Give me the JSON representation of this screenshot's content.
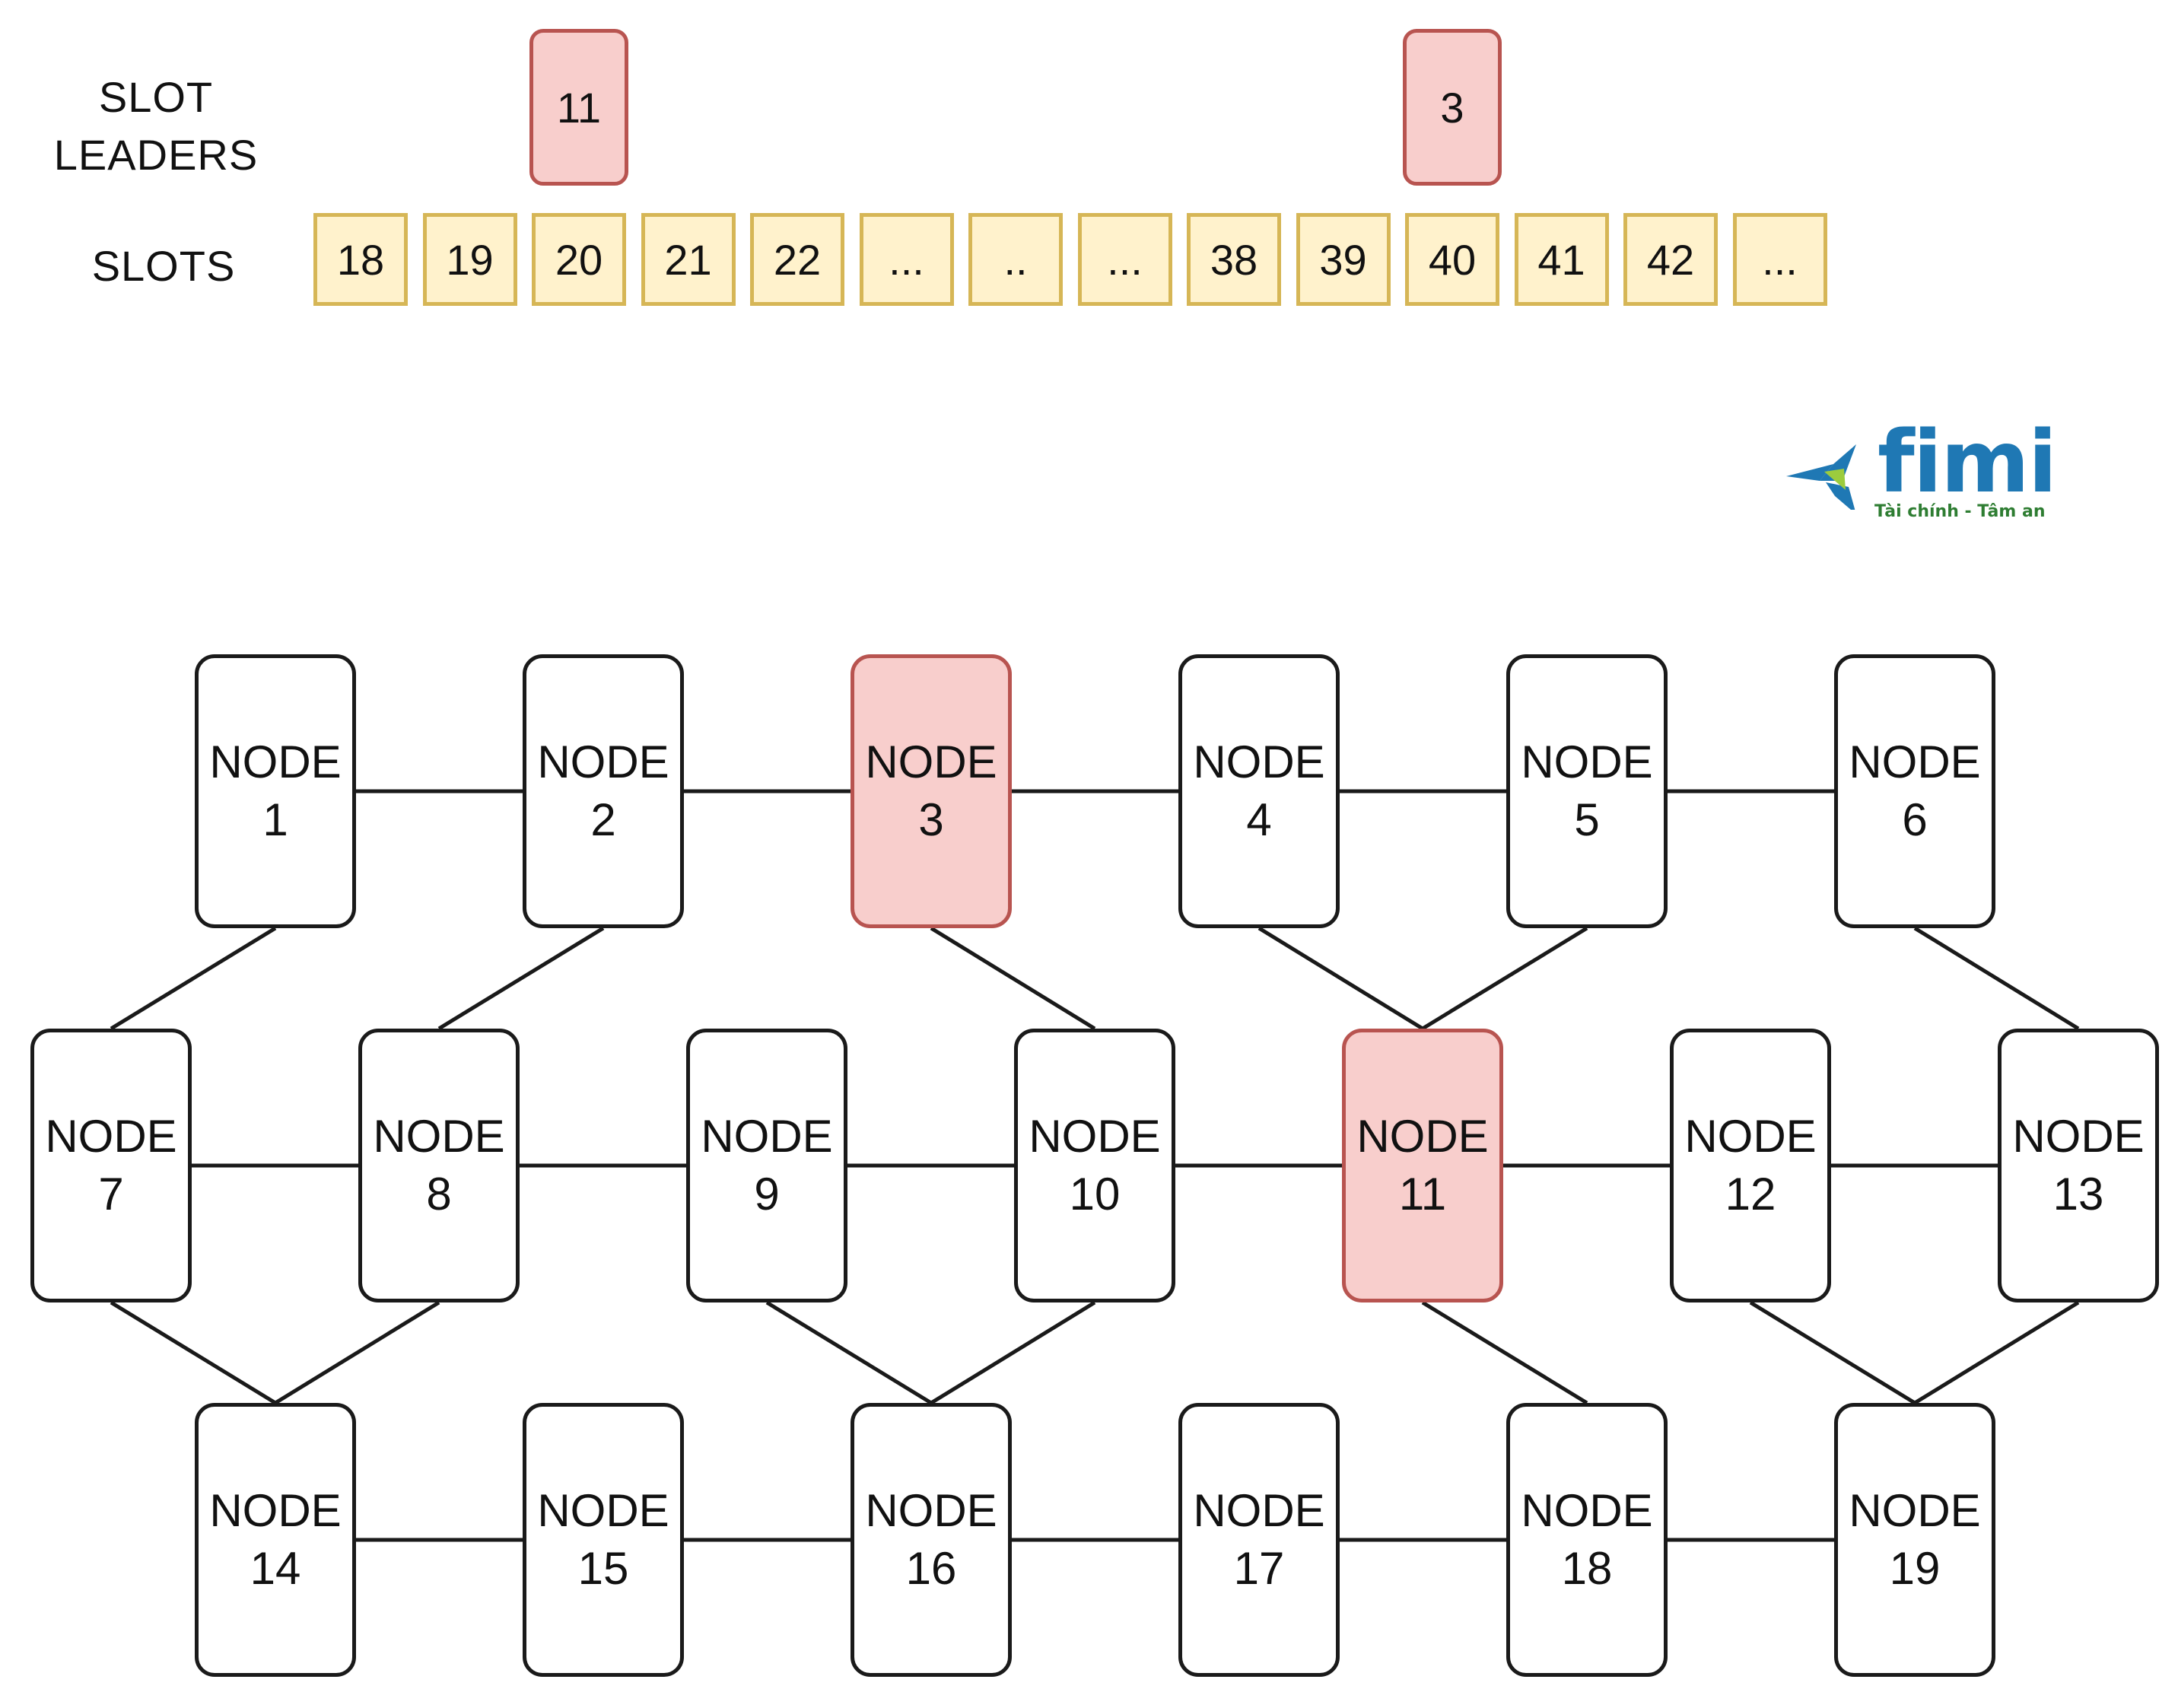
{
  "labels": {
    "slot_leaders": "SLOT\nLEADERS",
    "slots": "SLOTS"
  },
  "slot_leaders": [
    {
      "slot": "20",
      "leader": "11"
    },
    {
      "slot": "40",
      "leader": "3"
    }
  ],
  "slots": [
    "18",
    "19",
    "20",
    "21",
    "22",
    "...",
    "..",
    "...",
    "38",
    "39",
    "40",
    "41",
    "42",
    "..."
  ],
  "nodes": [
    {
      "id": 1,
      "label": "NODE",
      "number": "1",
      "leader": false
    },
    {
      "id": 2,
      "label": "NODE",
      "number": "2",
      "leader": false
    },
    {
      "id": 3,
      "label": "NODE",
      "number": "3",
      "leader": true
    },
    {
      "id": 4,
      "label": "NODE",
      "number": "4",
      "leader": false
    },
    {
      "id": 5,
      "label": "NODE",
      "number": "5",
      "leader": false
    },
    {
      "id": 6,
      "label": "NODE",
      "number": "6",
      "leader": false
    },
    {
      "id": 7,
      "label": "NODE",
      "number": "7",
      "leader": false
    },
    {
      "id": 8,
      "label": "NODE",
      "number": "8",
      "leader": false
    },
    {
      "id": 9,
      "label": "NODE",
      "number": "9",
      "leader": false
    },
    {
      "id": 10,
      "label": "NODE",
      "number": "10",
      "leader": false
    },
    {
      "id": 11,
      "label": "NODE",
      "number": "11",
      "leader": true
    },
    {
      "id": 12,
      "label": "NODE",
      "number": "12",
      "leader": false
    },
    {
      "id": 13,
      "label": "NODE",
      "number": "13",
      "leader": false
    },
    {
      "id": 14,
      "label": "NODE",
      "number": "14",
      "leader": false
    },
    {
      "id": 15,
      "label": "NODE",
      "number": "15",
      "leader": false
    },
    {
      "id": 16,
      "label": "NODE",
      "number": "16",
      "leader": false
    },
    {
      "id": 17,
      "label": "NODE",
      "number": "17",
      "leader": false
    },
    {
      "id": 18,
      "label": "NODE",
      "number": "18",
      "leader": false
    },
    {
      "id": 19,
      "label": "NODE",
      "number": "19",
      "leader": false
    }
  ],
  "edges": [
    [
      1,
      2
    ],
    [
      2,
      3
    ],
    [
      3,
      4
    ],
    [
      4,
      5
    ],
    [
      5,
      6
    ],
    [
      7,
      8
    ],
    [
      8,
      9
    ],
    [
      9,
      10
    ],
    [
      10,
      11
    ],
    [
      11,
      12
    ],
    [
      12,
      13
    ],
    [
      14,
      15
    ],
    [
      15,
      16
    ],
    [
      16,
      17
    ],
    [
      17,
      18
    ],
    [
      18,
      19
    ],
    [
      1,
      7
    ],
    [
      2,
      8
    ],
    [
      3,
      10
    ],
    [
      4,
      11
    ],
    [
      5,
      11
    ],
    [
      6,
      13
    ],
    [
      7,
      14
    ],
    [
      8,
      14
    ],
    [
      9,
      16
    ],
    [
      10,
      16
    ],
    [
      11,
      18
    ],
    [
      12,
      19
    ],
    [
      13,
      19
    ]
  ],
  "colors": {
    "slot_fill": "#fff2cc",
    "slot_border": "#d6b656",
    "leader_fill": "#f8cecc",
    "leader_border": "#b85450",
    "node_border": "#1a1a1a",
    "logo_blue": "#1f78b4",
    "logo_green": "#2e7d32"
  },
  "logo": {
    "word": "fimi",
    "tagline": "Tài chính - Tâm an",
    "icon": "fimi-bird-logo-icon"
  }
}
